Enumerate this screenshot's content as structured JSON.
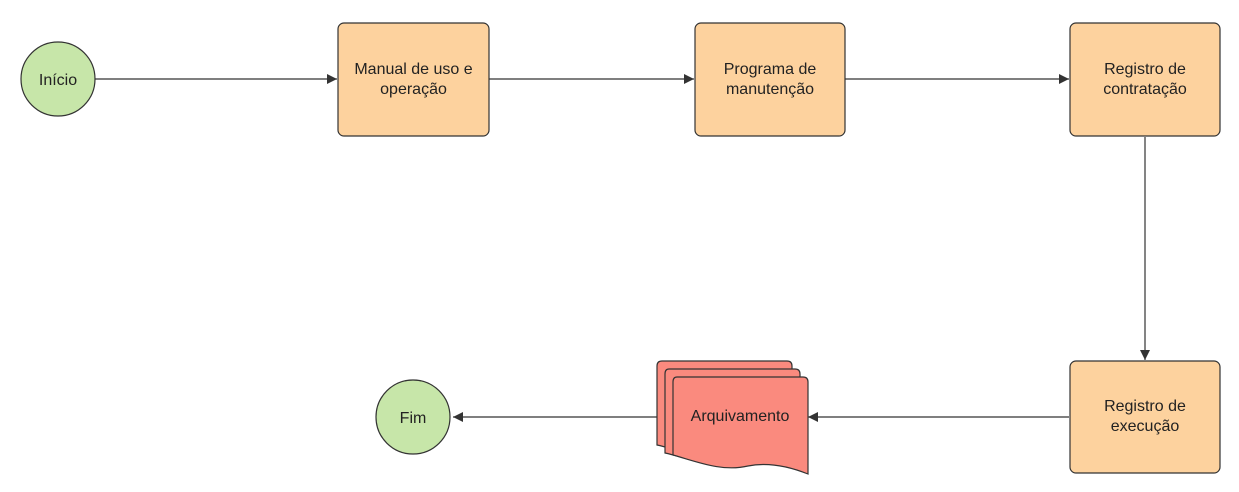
{
  "colors": {
    "terminal_fill": "#c7e6a9",
    "terminal_stroke": "#333333",
    "process_fill": "#fdd29e",
    "process_stroke": "#333333",
    "document_fill": "#fa8a7e",
    "document_stroke": "#333333",
    "edge": "#333333",
    "text": "#222222"
  },
  "nodes": {
    "start": {
      "label": "Início"
    },
    "manual": {
      "line1": "Manual de uso e",
      "line2": "operação"
    },
    "programa": {
      "line1": "Programa de",
      "line2": "manutenção"
    },
    "contratacao": {
      "line1": "Registro de",
      "line2": "contratação"
    },
    "execucao": {
      "line1": "Registro de",
      "line2": "execução"
    },
    "arquivamento": {
      "label": "Arquivamento"
    },
    "end": {
      "label": "Fim"
    }
  }
}
